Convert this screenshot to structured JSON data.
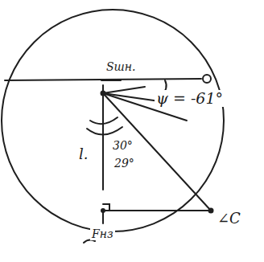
{
  "diagram": {
    "labels": [
      "Sшн.",
      "ψ = -61°",
      "l.",
      "30°",
      "29°",
      "∠C",
      "Fнз"
    ]
  }
}
